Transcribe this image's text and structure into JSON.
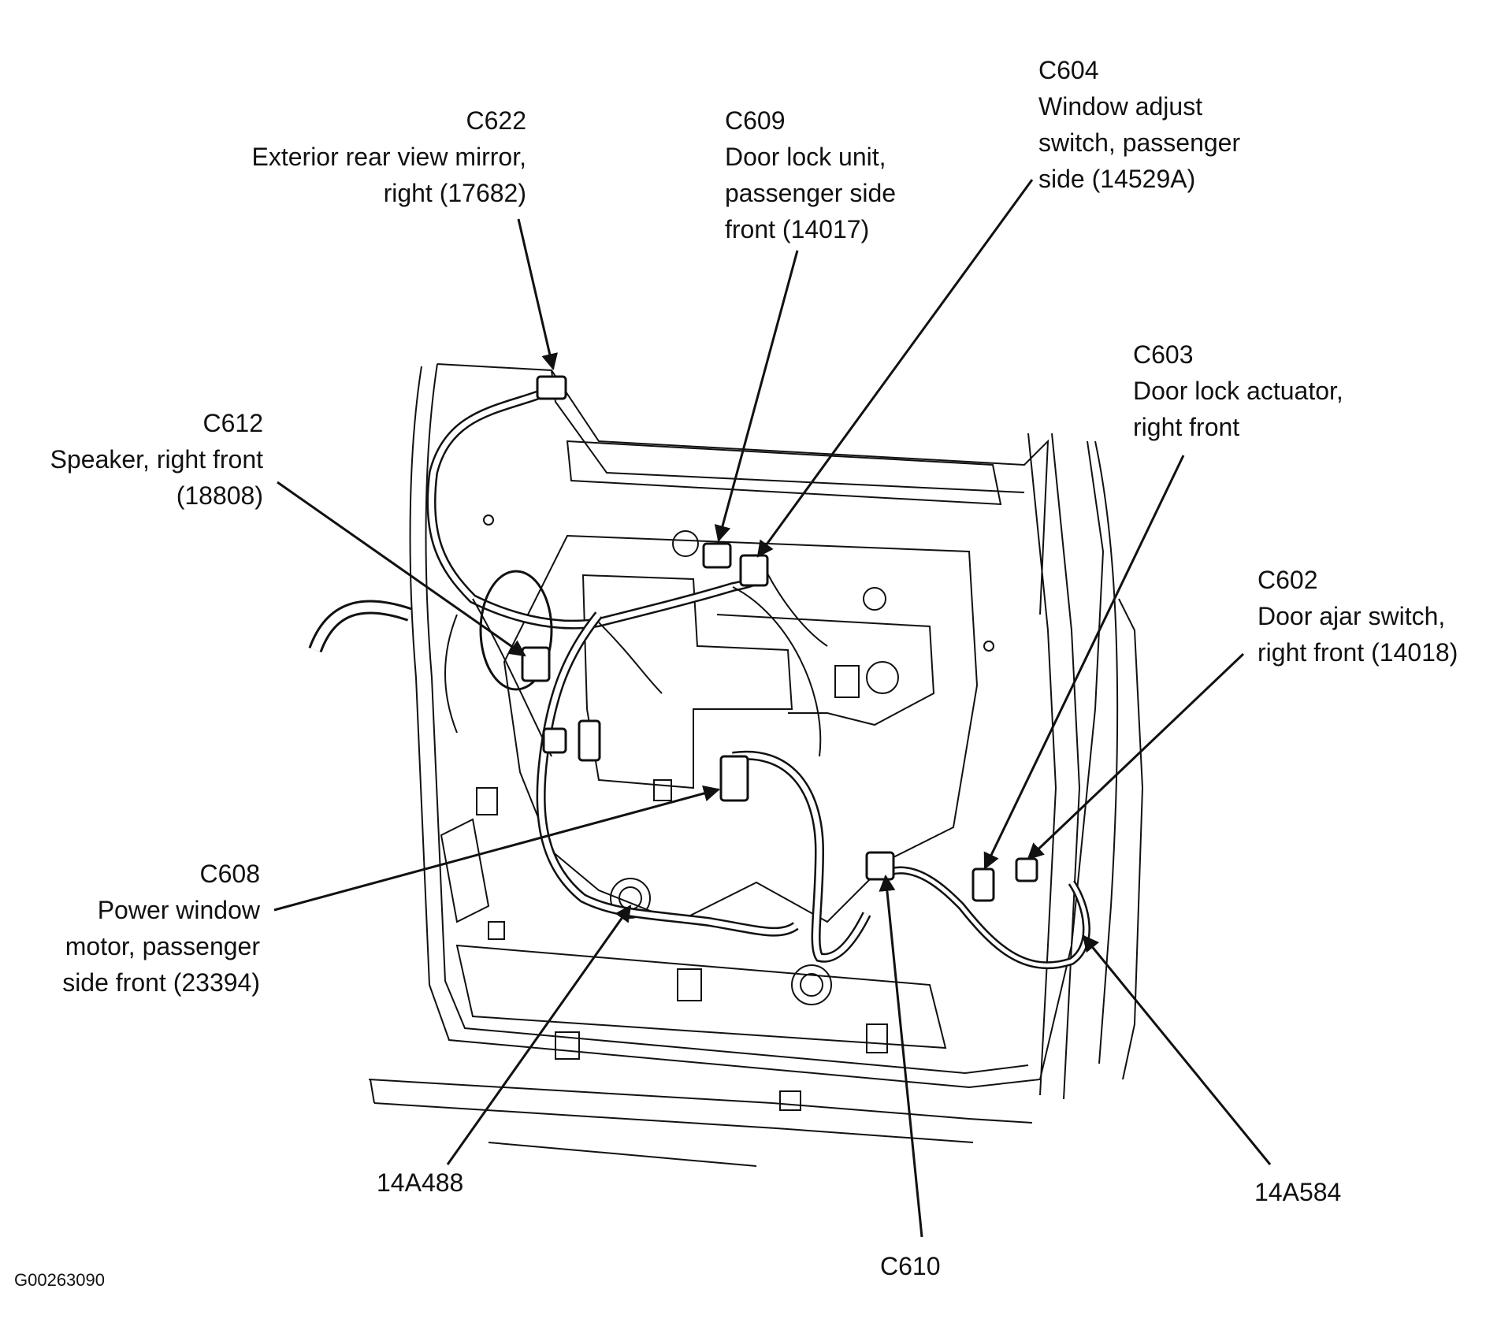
{
  "figure_id": "G00263090",
  "callouts": {
    "c622": {
      "code": "C622",
      "line1": "Exterior rear view mirror,",
      "line2": "right (17682)"
    },
    "c609": {
      "code": "C609",
      "line1": "Door lock unit,",
      "line2": "passenger side",
      "line3": "front (14017)"
    },
    "c604": {
      "code": "C604",
      "line1": "Window adjust",
      "line2": "switch, passenger",
      "line3": "side (14529A)"
    },
    "c612": {
      "code": "C612",
      "line1": "Speaker, right front",
      "line2": "(18808)"
    },
    "c603": {
      "code": "C603",
      "line1": "Door lock actuator,",
      "line2": "right front"
    },
    "c602": {
      "code": "C602",
      "line1": "Door ajar switch,",
      "line2": "right front (14018)"
    },
    "c608": {
      "code": "C608",
      "line1": "Power window",
      "line2": "motor, passenger",
      "line3": "side front (23394)"
    },
    "h14a488": {
      "code": "14A488"
    },
    "c610": {
      "code": "C610"
    },
    "h14a584": {
      "code": "14A584"
    }
  },
  "colors": {
    "line": "#111111",
    "background": "#ffffff"
  }
}
